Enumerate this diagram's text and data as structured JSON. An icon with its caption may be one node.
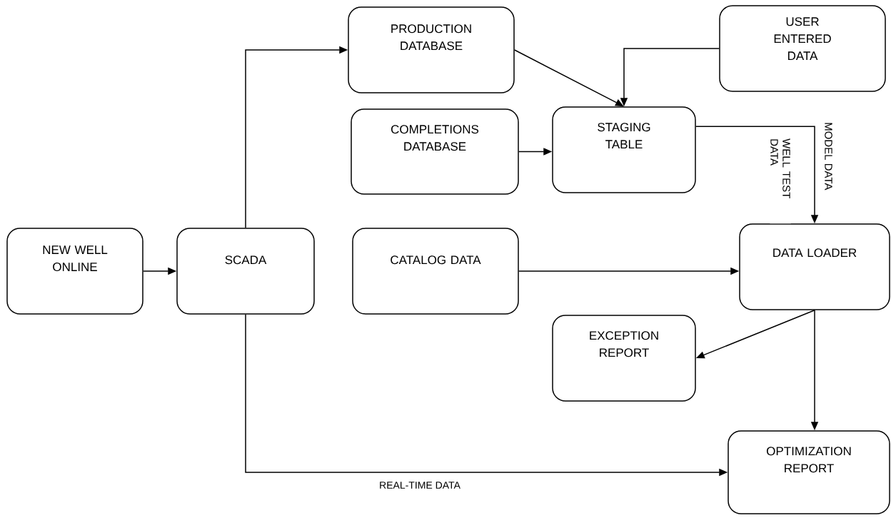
{
  "diagram": {
    "nodes": [
      {
        "text": [
          "NEW WELL ONLINE"
        ]
      },
      {
        "text": [
          "SCADA"
        ]
      },
      {
        "text": [
          "PRODUCTION DATABASE"
        ]
      },
      {
        "text": [
          "USER ENTERED DATA"
        ]
      },
      {
        "text": [
          "COMPLETIONS DATABASE"
        ]
      },
      {
        "text": [
          "STAGING TABLE"
        ]
      },
      {
        "text": [
          "CATALOG DATA"
        ]
      },
      {
        "text": [
          "DATA LOADER"
        ]
      },
      {
        "text": [
          "EXCEPTION REPORT"
        ]
      },
      {
        "text": [
          "OPTIMIZATION REPORT"
        ]
      }
    ],
    "edges": [
      {
        "from": 0,
        "to": 1,
        "arrow": "to"
      },
      {
        "from": 1,
        "to": 2,
        "arrow": "to"
      },
      {
        "from": 2,
        "to": 5,
        "arrow": "to"
      },
      {
        "from": 3,
        "to": 5,
        "arrow": "to"
      },
      {
        "from": 4,
        "to": 5,
        "arrow": "to"
      },
      {
        "from": 5,
        "to": 7,
        "arrow": "to",
        "label": "MODEL DATA"
      },
      {
        "from": 6,
        "to": 7,
        "arrow": "to"
      },
      {
        "from": 7,
        "to": 8,
        "arrow": "to"
      },
      {
        "from": 7,
        "to": 9,
        "arrow": "to"
      },
      {
        "from": 1,
        "to": 9,
        "arrow": "to",
        "label": "REAL-TIME DATA"
      }
    ],
    "labels": [
      "WELL TEST DATA"
    ]
  }
}
